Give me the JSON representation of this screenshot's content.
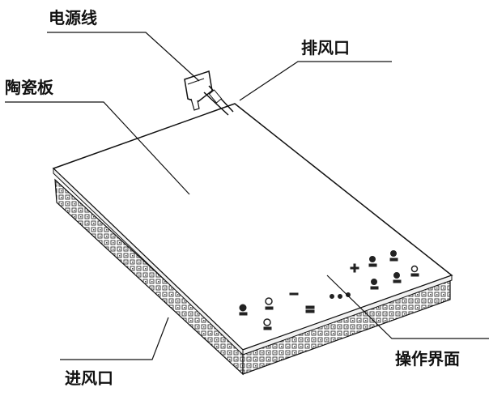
{
  "labels": {
    "power_cord": "电源线",
    "exhaust_vent": "排风口",
    "ceramic_plate": "陶瓷板",
    "control_panel": "操作界面",
    "air_inlet": "进风口"
  },
  "colors": {
    "line": "#111111",
    "background": "#ffffff",
    "grille": "#555555"
  }
}
